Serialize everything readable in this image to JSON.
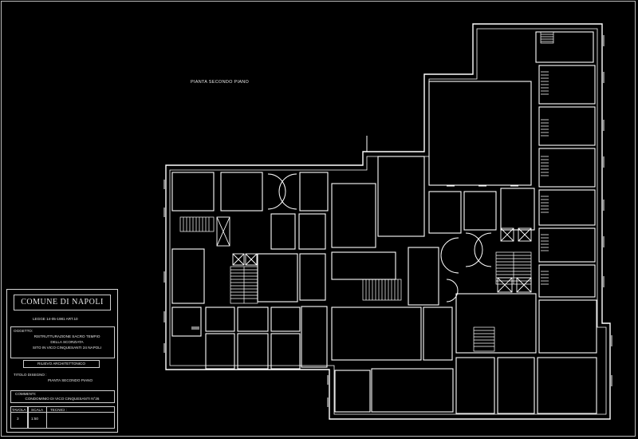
{
  "drawing": {
    "plan_title": "PIANTA SECONDO PIANO"
  },
  "title_block": {
    "authority": "COMUNE DI NAPOLI",
    "law": "LEGGE   14-05-1981   ART.10",
    "oggetto_label": "OGGETTO:",
    "oggetto_line1": "RISTRUTTURAZIONE SACRO TEMPIO",
    "oggetto_line2": "DELLA SCORZIATA",
    "oggetto_line3": "SITO IN VICO CINQUESANTI 24 NAPOLI",
    "rilievo": "RILIEVO ARCHITETTONICO",
    "titolo_label": "TITOLO DISEGNO :",
    "titolo_value": "PIANTA   SECONDO   PIANO",
    "commenti_label": "COMMENTI:",
    "commenti_value": "CONDOMINIO DI VICO CINQUESANTI N°26",
    "tavola_label": "TAVOLA",
    "scala_label": "SCALA",
    "tecnici_label": "TECNICI :",
    "tavola_value": "3",
    "scala_value": "1:50"
  },
  "colors": {
    "background": "#000000",
    "linework": "#ffffff"
  }
}
